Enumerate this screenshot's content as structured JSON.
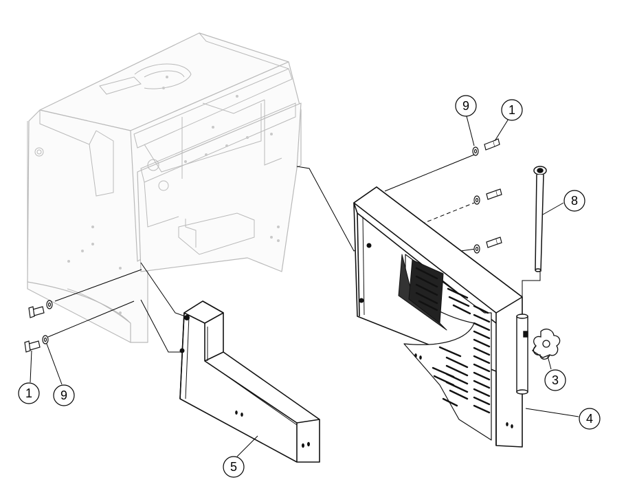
{
  "diagram": {
    "callouts": [
      {
        "id": "c9a",
        "label": "9"
      },
      {
        "id": "c1a",
        "label": "1"
      },
      {
        "id": "c8",
        "label": "8"
      },
      {
        "id": "c3",
        "label": "3"
      },
      {
        "id": "c4",
        "label": "4"
      },
      {
        "id": "c5",
        "label": "5"
      },
      {
        "id": "c1b",
        "label": "1"
      },
      {
        "id": "c9b",
        "label": "9"
      }
    ],
    "colors": {
      "ghost": "#b7b7b7",
      "line": "#000000",
      "part": "#1a1a1a"
    }
  }
}
